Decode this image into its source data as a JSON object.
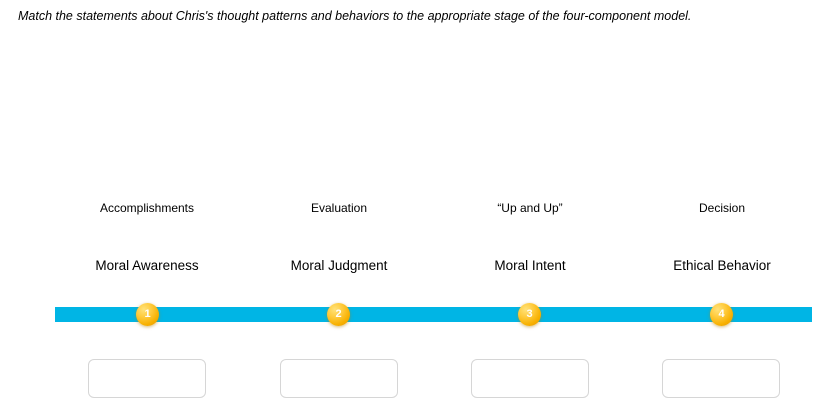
{
  "prompt": {
    "text": "Match the statements about Chris's thought patterns and behaviors to the appropriate stage of the four-component model."
  },
  "model": {
    "name": "four-component model",
    "bar_color": "#00b5e5",
    "marker_color": "#f7b000",
    "marker_text_color": "#ffffff",
    "dropzone_border_color": "#d6d6d6"
  },
  "stages": [
    {
      "number": "1",
      "descriptor": "Accomplishments",
      "name": "Moral Awareness",
      "answer_value": "",
      "answer_placeholder": ""
    },
    {
      "number": "2",
      "descriptor": "Evaluation",
      "name": "Moral Judgment",
      "answer_value": "",
      "answer_placeholder": ""
    },
    {
      "number": "3",
      "descriptor": "“Up and Up”",
      "name": "Moral Intent",
      "answer_value": "",
      "answer_placeholder": ""
    },
    {
      "number": "4",
      "descriptor": "Decision",
      "name": "Ethical Behavior",
      "answer_value": "",
      "answer_placeholder": ""
    }
  ]
}
